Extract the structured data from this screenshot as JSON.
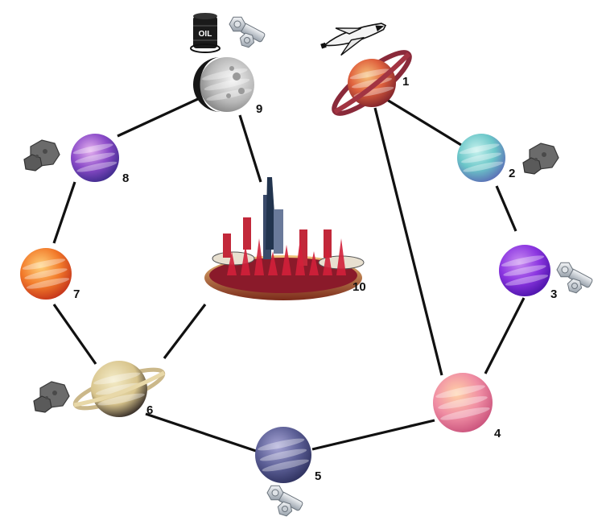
{
  "graph": {
    "nodes": [
      {
        "id": "1",
        "label": "1",
        "kind": "ringed-planet-red",
        "resources": [
          "space-shuttle-icon"
        ]
      },
      {
        "id": "2",
        "label": "2",
        "kind": "planet-teal",
        "resources": [
          "asteroid-icon"
        ]
      },
      {
        "id": "3",
        "label": "3",
        "kind": "planet-violet",
        "resources": [
          "bolt-nut-icon"
        ]
      },
      {
        "id": "4",
        "label": "4",
        "kind": "planet-pink",
        "resources": []
      },
      {
        "id": "5",
        "label": "5",
        "kind": "planet-slate-blue",
        "resources": [
          "bolt-nut-icon"
        ]
      },
      {
        "id": "6",
        "label": "6",
        "kind": "ringed-planet-beige",
        "resources": [
          "asteroid-icon"
        ]
      },
      {
        "id": "7",
        "label": "7",
        "kind": "planet-orange",
        "resources": []
      },
      {
        "id": "8",
        "label": "8",
        "kind": "planet-purple",
        "resources": [
          "asteroid-icon"
        ]
      },
      {
        "id": "9",
        "label": "9",
        "kind": "moon-grey",
        "resources": [
          "oil-barrel-icon",
          "bolt-nut-icon"
        ]
      },
      {
        "id": "10",
        "label": "10",
        "kind": "space-city",
        "resources": []
      }
    ],
    "edges": [
      [
        "1",
        "2"
      ],
      [
        "1",
        "4"
      ],
      [
        "2",
        "3"
      ],
      [
        "3",
        "4"
      ],
      [
        "4",
        "5"
      ],
      [
        "5",
        "6"
      ],
      [
        "6",
        "7"
      ],
      [
        "6",
        "10"
      ],
      [
        "7",
        "8"
      ],
      [
        "8",
        "9"
      ],
      [
        "9",
        "10"
      ]
    ],
    "oil_label": "OIL"
  }
}
